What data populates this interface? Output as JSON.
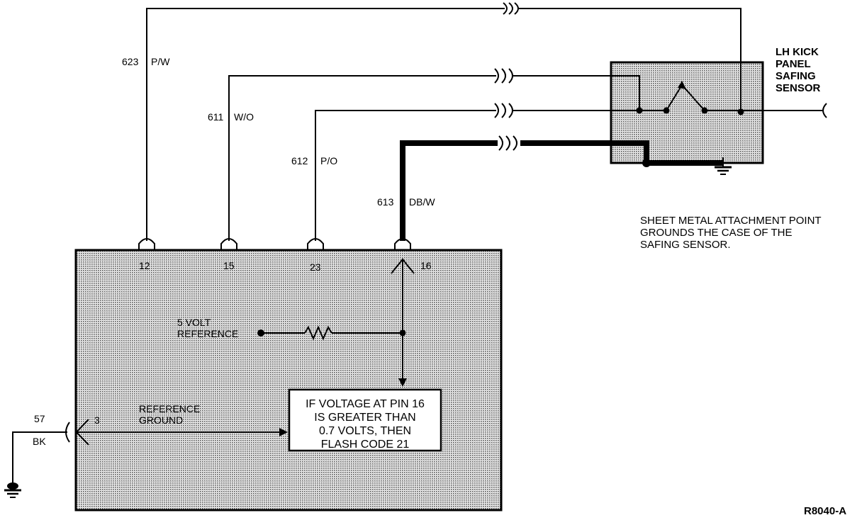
{
  "module_pins": {
    "pin_12": "12",
    "pin_15": "15",
    "pin_23": "23",
    "pin_16": "16",
    "pin_3": "3"
  },
  "wires": {
    "w623_num": "623",
    "w623_color": "P/W",
    "w611_num": "611",
    "w611_color": "W/O",
    "w612_num": "612",
    "w612_color": "P/O",
    "w613_num": "613",
    "w613_color": "DB/W",
    "w57_num": "57",
    "w57_color": "BK"
  },
  "sensor": {
    "line1": "LH KICK",
    "line2": "PANEL",
    "line3": "SAFING",
    "line4": "SENSOR"
  },
  "note": {
    "line1": "SHEET METAL ATTACHMENT POINT",
    "line2": "GROUNDS THE CASE OF THE",
    "line3": "SAFING SENSOR."
  },
  "internal": {
    "ref5v_line1": "5 VOLT",
    "ref5v_line2": "REFERENCE",
    "refgnd_line1": "REFERENCE",
    "refgnd_line2": "GROUND"
  },
  "logic_box": {
    "line1": "IF VOLTAGE AT PIN 16",
    "line2": "IS GREATER THAN",
    "line3": "0.7 VOLTS, THEN",
    "line4": "FLASH CODE 21"
  },
  "figure_id": "R8040-A",
  "colors": {
    "ink": "#000000",
    "stipple": "#b8b8b8",
    "paper": "#ffffff"
  }
}
